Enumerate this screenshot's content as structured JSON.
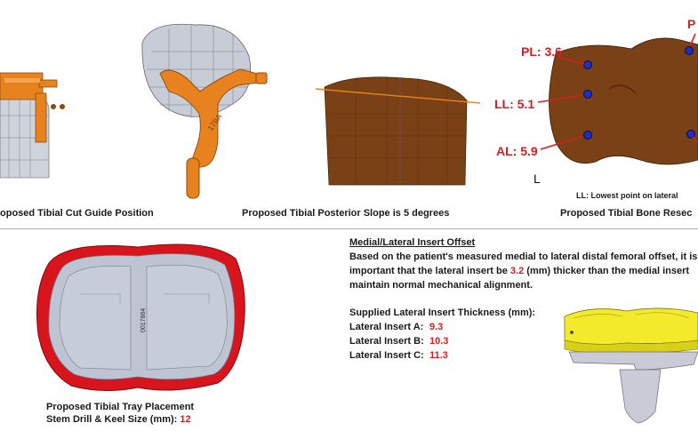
{
  "captions": {
    "cut_guide": "oposed Tibial Cut Guide Position",
    "posterior_slope": "Proposed Tibial Posterior Slope is 5 degrees",
    "bone_resection": "Proposed Tibial Bone Resec",
    "lowest_point_note": "LL: Lowest point on lateral"
  },
  "bone_labels": {
    "pl": "PL: 3.6",
    "ll": "LL: 5.1",
    "al": "AL: 5.9",
    "side": "L",
    "cut_top_right": "P"
  },
  "guide_text": "17IIA",
  "tray": {
    "engraving": "0017864",
    "caption_line1": "Proposed Tibial Tray Placement",
    "caption_line2_prefix": "Stem Drill & Keel Size (mm): ",
    "keel_size": "12"
  },
  "offset": {
    "heading": "Medial/Lateral Insert Offset",
    "line1": "Based on the patient's measured medial to lateral distal femoral offset, it is",
    "line2_prefix": "important that the lateral insert be ",
    "line2_value": "3.2",
    "line2_suffix": " (mm) thicker than the medial insert",
    "line3": "maintain normal mechanical alignment.",
    "supplied_heading": "Supplied Lateral Insert Thickness (mm):",
    "inserts": [
      {
        "label": "Lateral Insert A:",
        "value": "9.3"
      },
      {
        "label": "Lateral Insert B:",
        "value": "10.3"
      },
      {
        "label": "Lateral Insert C:",
        "value": "11.3"
      }
    ]
  },
  "colors": {
    "accent_red": "#d41f1f",
    "guide_orange": "#e8821e",
    "bone_brown": "#7a4016",
    "divider_orange": "#e8a06a",
    "insert_yellow": "#f2ea2b",
    "tray_red": "#d8141c"
  }
}
